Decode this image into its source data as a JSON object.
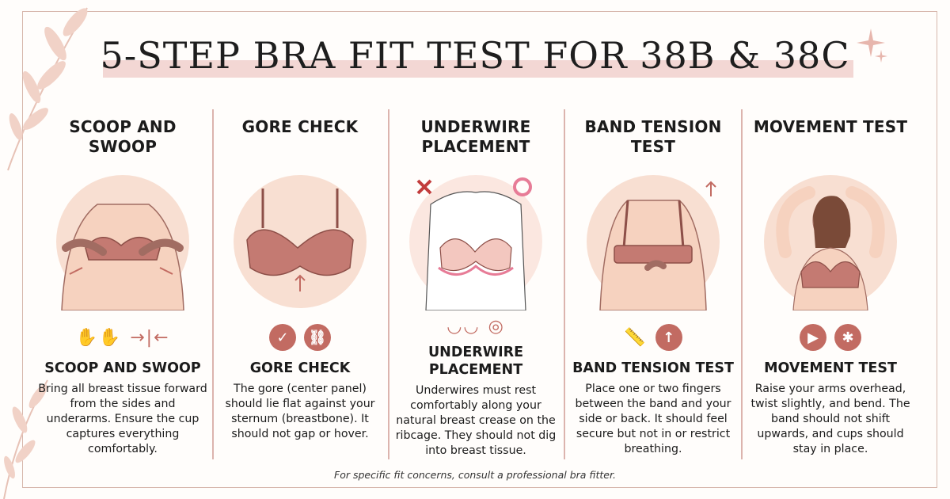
{
  "title": "5-STEP BRA FIT TEST FOR 38B & 38C",
  "steps": [
    {
      "heading": "SCOOP AND SWOOP",
      "subheading": "SCOOP AND SWOOP",
      "description": "Bring all breast tissue forward from the sides and underarms. Ensure the cup captures everything comfortably.",
      "icons": [
        "hands-icon",
        "arrows-inward-icon"
      ]
    },
    {
      "heading": "GORE CHECK",
      "subheading": "GORE CHECK",
      "description": "The gore (center panel) should lie flat against your sternum (breastbone). It should not gap or hover.",
      "icons": [
        "check-icon",
        "link-icon"
      ]
    },
    {
      "heading": "UNDERWIRE PLACEMENT",
      "subheading": "UNDERWIRE PLACEMENT",
      "description": "Underwires must rest comfortably along your natural breast crease on the ribcage. They should not dig into breast tissue.",
      "icons": [
        "underwire-icon",
        "target-icon"
      ]
    },
    {
      "heading": "BAND TENSION TEST",
      "subheading": "BAND TENSION TEST",
      "description": "Place one or two fingers between the band and your side or back. It should feel secure but not in or restrict breathing.",
      "icons": [
        "tape-measure-icon",
        "arrow-up-icon"
      ]
    },
    {
      "heading": "MOVEMENT TEST",
      "subheading": "MOVEMENT TEST",
      "description": "Raise your arms overhead, twist slightly, and bend. The band should not shift upwards, and cups should stay in place.",
      "icons": [
        "play-icon",
        "person-moving-icon"
      ]
    }
  ],
  "footer": "For specific fit concerns, consult a professional bra fitter.",
  "colors": {
    "accent": "#c26b62",
    "bra": "#c47a72",
    "skin": "#f6d9c8",
    "highlight": "#f3d7d4",
    "frame": "#d7b7ac"
  }
}
